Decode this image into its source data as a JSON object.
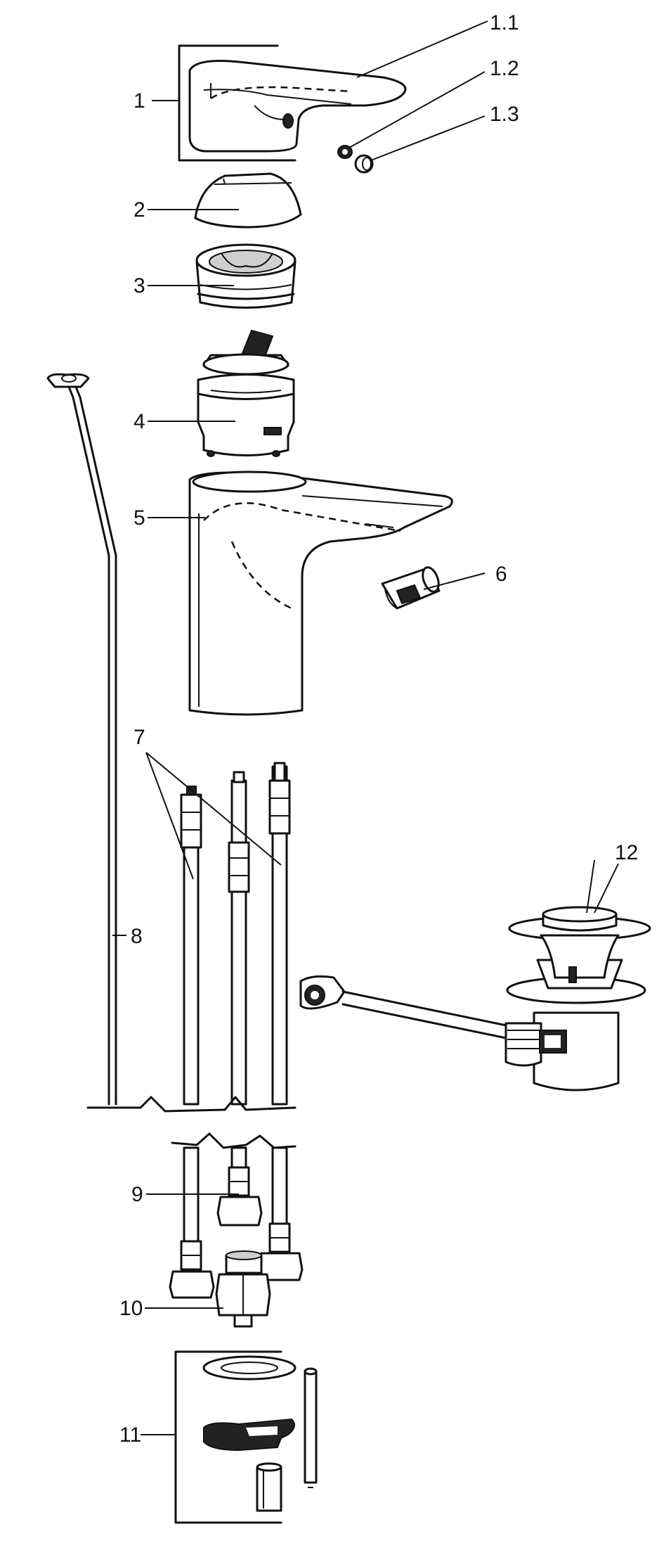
{
  "diagram": {
    "labels": {
      "p1": "1",
      "p1_1": "1.1",
      "p1_2": "1.2",
      "p1_3": "1.3",
      "p2": "2",
      "p3": "3",
      "p4": "4",
      "p5": "5",
      "p6": "6",
      "p7": "7",
      "p8": "8",
      "p9": "9",
      "p10": "10",
      "p11": "11",
      "p12": "12"
    }
  }
}
